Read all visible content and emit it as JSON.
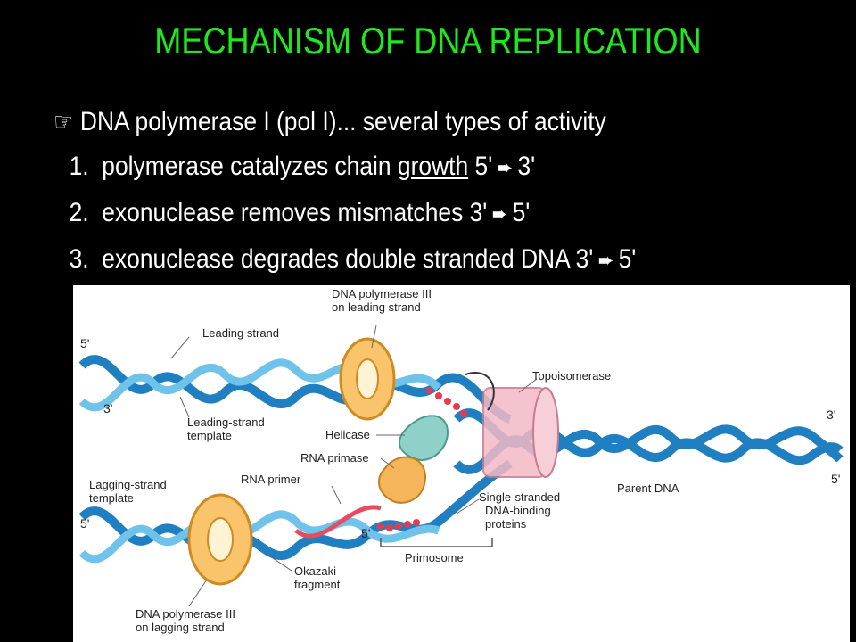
{
  "title": "MECHANISM OF DNA REPLICATION",
  "bullets": {
    "pointer_icon": "pointing-hand-icon",
    "intro": "DNA polymerase I (pol I)... several types of activity",
    "items": [
      {
        "num": "1.",
        "pre": "polymerase catalyzes chain ",
        "underlined": "growth",
        "post": " 5'",
        "end": "3'"
      },
      {
        "num": "2.",
        "pre": "exonuclease removes mismatches 3'",
        "end": "5'"
      },
      {
        "num": "3.",
        "pre": "exonuclease degrades double stranded DNA 3'",
        "end": "5'"
      }
    ]
  },
  "figure": {
    "labels": {
      "pol3_leading": [
        "DNA polymerase III",
        "on leading strand"
      ],
      "leading_strand": "Leading strand",
      "leading_template": [
        "Leading-strand",
        "template"
      ],
      "helicase": "Helicase",
      "rna_primase": "RNA primase",
      "rna_primer": "RNA primer",
      "topoisomerase": "Topoisomerase",
      "lagging_template": [
        "Lagging-strand",
        "template"
      ],
      "ssb": [
        "Single-stranded–",
        "DNA-binding",
        "proteins"
      ],
      "parent_dna": "Parent DNA",
      "primosome": "Primosome",
      "okazaki": [
        "Okazaki",
        "fragment"
      ],
      "pol3_lagging": [
        "DNA polymerase III",
        "on lagging strand"
      ],
      "end_5_top": "5'",
      "end_3_top": "3'",
      "end_3_right": "3'",
      "end_5_right": "5'",
      "end_5_mid": "5'",
      "end_5_lag": "5'"
    }
  }
}
